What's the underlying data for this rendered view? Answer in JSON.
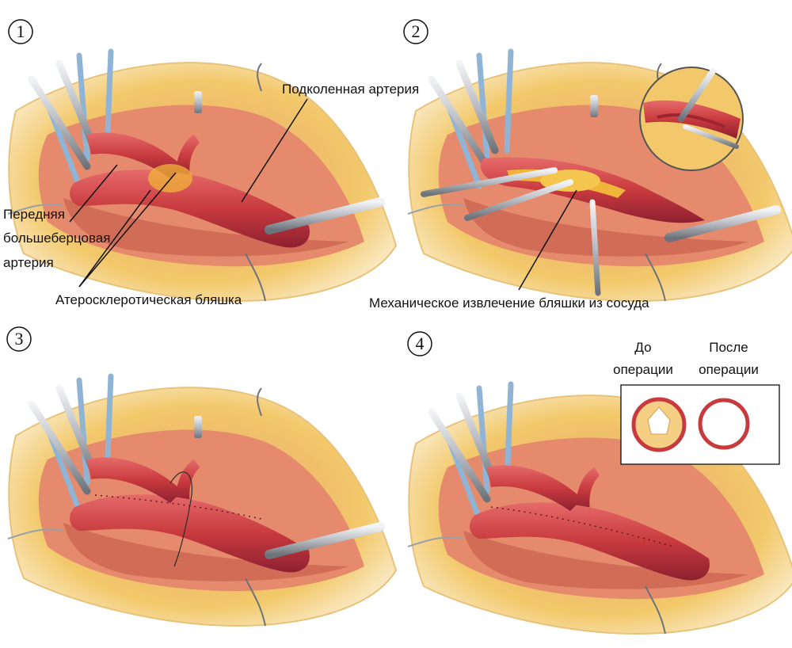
{
  "steps": [
    "1",
    "2",
    "3",
    "4"
  ],
  "labels": {
    "popliteal_artery": "Подколенная артерия",
    "anterior_tibial": [
      "Передняя",
      "большеберцовая",
      "артерия"
    ],
    "plaque": "Атеросклеротическая бляшка",
    "extraction": "Механическое извлечение бляшки из сосуда",
    "before": [
      "До",
      "операции"
    ],
    "after": [
      "После",
      "операции"
    ]
  },
  "colors": {
    "fat": "#f2c86a",
    "tissue": "#e8876a",
    "artery": "#c83a3e",
    "artery_dark": "#9e2530",
    "plaque": "#f0b43a",
    "vessel_loop": "#8fb4d6",
    "clamp": "#b8bcc2"
  }
}
